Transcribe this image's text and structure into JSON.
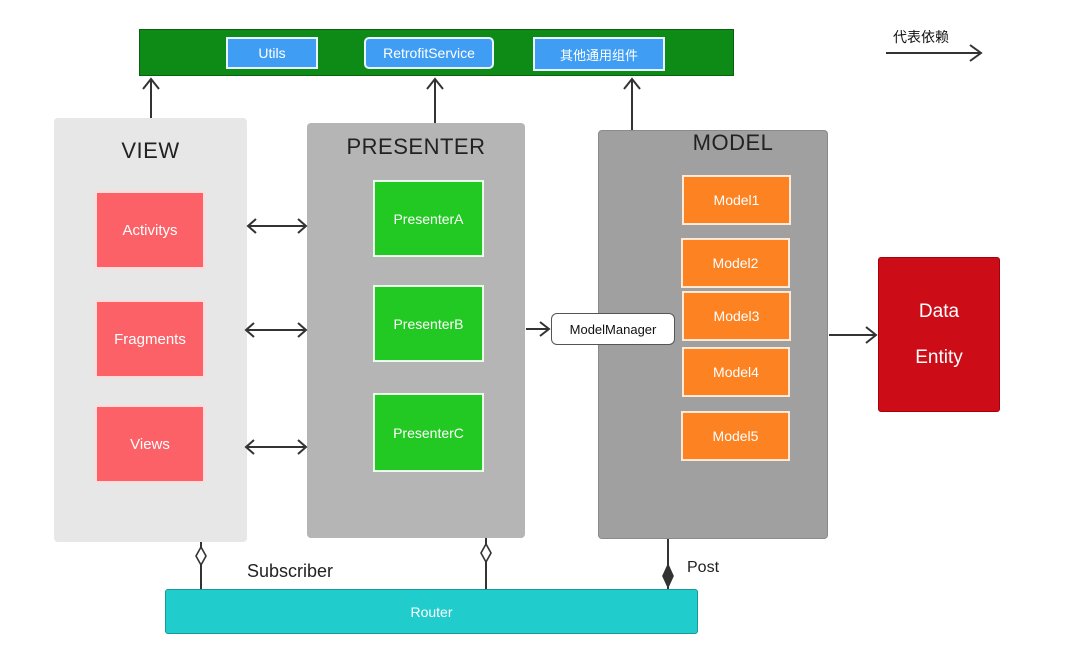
{
  "top_bar": {
    "items": [
      "Utils",
      "RetrofitService",
      "其他通用组件"
    ]
  },
  "legend": {
    "label": "代表依赖"
  },
  "view": {
    "title": "VIEW",
    "items": [
      "Activitys",
      "Fragments",
      "Views"
    ]
  },
  "presenter": {
    "title": "PRESENTER",
    "items": [
      "PresenterA",
      "PresenterB",
      "PresenterC"
    ]
  },
  "model": {
    "title": "MODEL",
    "manager": "ModelManager",
    "items": [
      "Model1",
      "Model2",
      "Model3",
      "Model4",
      "Model5"
    ]
  },
  "data_entity": {
    "line1": "Data",
    "line2": "Entity"
  },
  "router": {
    "label": "Router"
  },
  "labels": {
    "subscriber": "Subscriber",
    "post": "Post"
  },
  "colors": {
    "top_bar": "#0e8a17",
    "utility_box": "#3f9ef4",
    "view_item": "#fb6166",
    "presenter_item": "#22c922",
    "model_item": "#fc8222",
    "data_entity": "#cc0c17",
    "router": "#21cccc",
    "connector": "#333333"
  }
}
